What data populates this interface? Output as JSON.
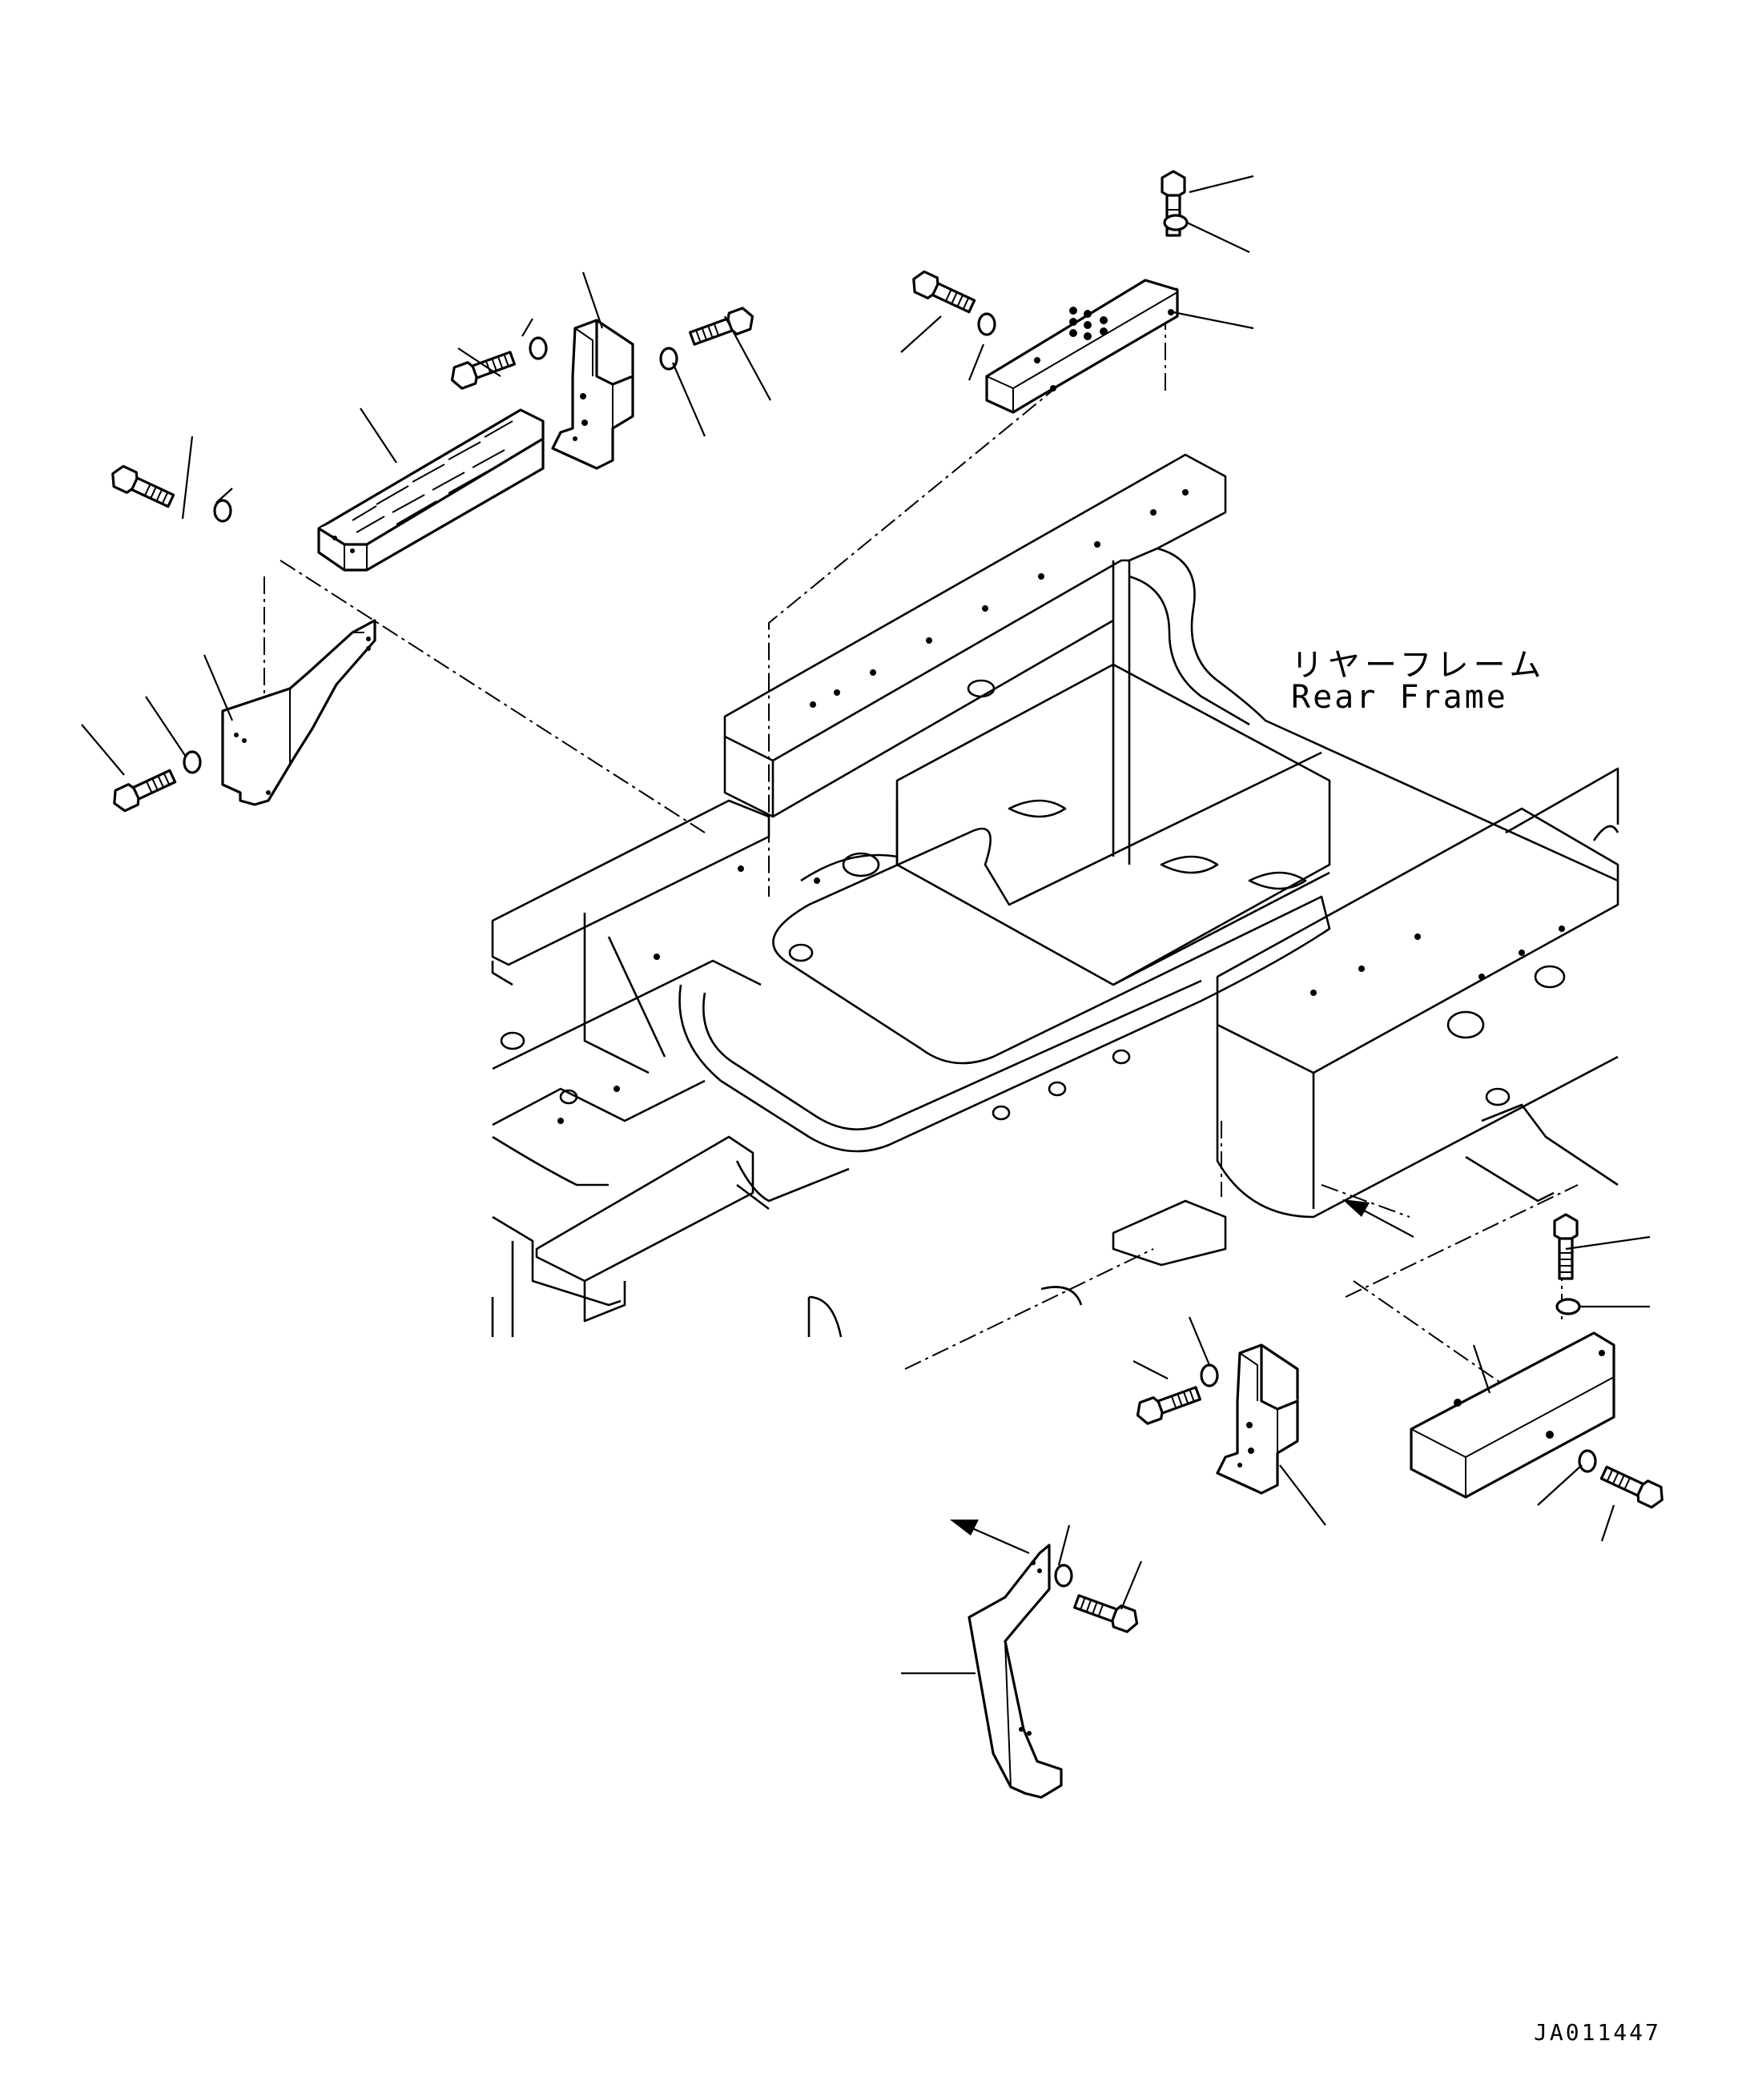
{
  "drawing": {
    "frame_label_jp": "リヤーフレーム",
    "frame_label_en": "Rear Frame",
    "drawing_number": "JA011447"
  },
  "colors": {
    "line": "#000000",
    "background": "#ffffff"
  }
}
